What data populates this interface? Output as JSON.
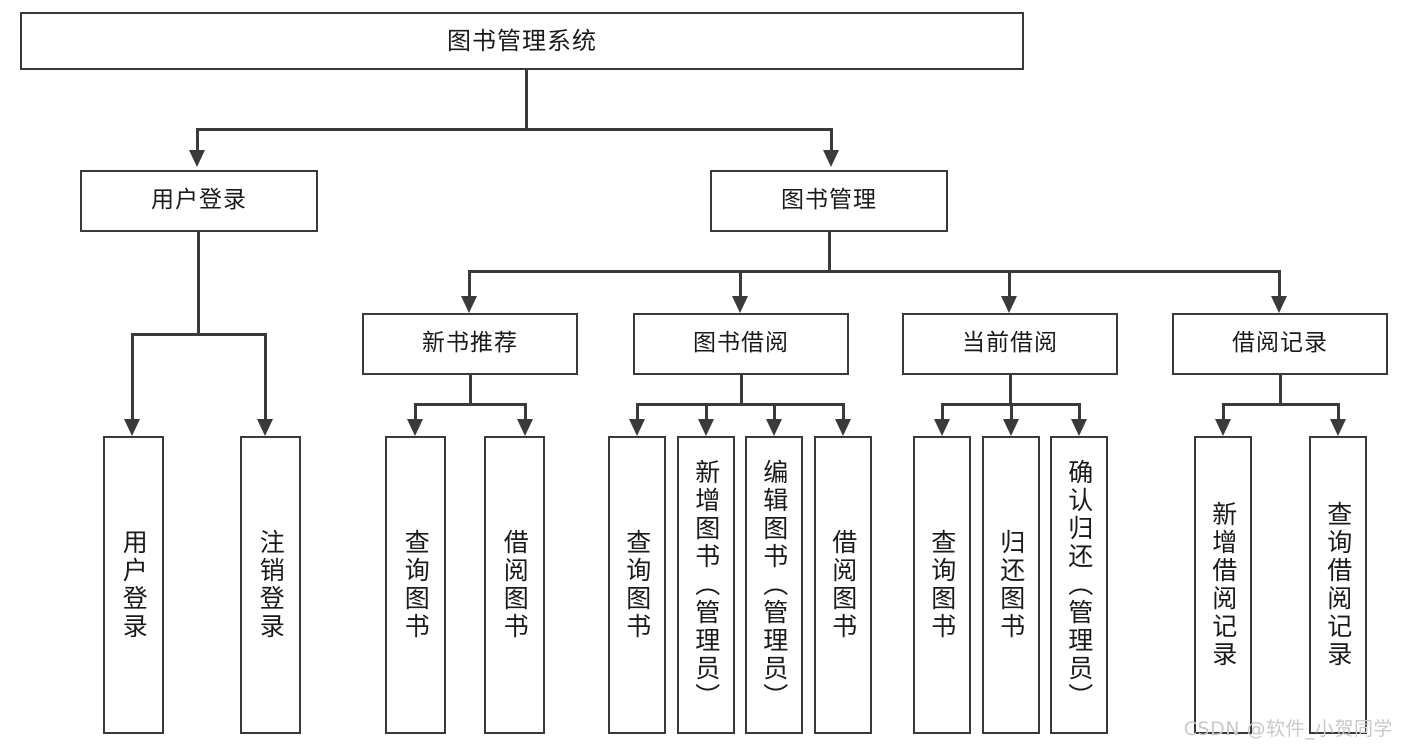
{
  "diagram": {
    "title": "图书管理系统",
    "type": "functional-structure-tree",
    "root": {
      "label": "图书管理系统"
    },
    "level1": [
      {
        "label": "用户登录"
      },
      {
        "label": "图书管理"
      }
    ],
    "level2": [
      {
        "label": "新书推荐"
      },
      {
        "label": "图书借阅"
      },
      {
        "label": "当前借阅"
      },
      {
        "label": "借阅记录"
      }
    ],
    "leaves": {
      "user_login": [
        {
          "label": "用户登录"
        },
        {
          "label": "注销登录"
        }
      ],
      "new_book_recommend": [
        {
          "label": "查询图书"
        },
        {
          "label": "借阅图书"
        }
      ],
      "book_borrow": [
        {
          "label": "查询图书"
        },
        {
          "label": "新增图书（管理员）"
        },
        {
          "label": "编辑图书（管理员）"
        },
        {
          "label": "借阅图书"
        }
      ],
      "current_borrow": [
        {
          "label": "查询图书"
        },
        {
          "label": "归还图书"
        },
        {
          "label": "确认归还（管理员）"
        }
      ],
      "borrow_record": [
        {
          "label": "新增借阅记录"
        },
        {
          "label": "查询借阅记录"
        }
      ]
    }
  },
  "watermark": {
    "text": "CSDN @软件_小贺同学"
  },
  "colors": {
    "stroke": "#3a3a3a",
    "background": "#ffffff",
    "text": "#1a1a1a",
    "watermark": "#c9c9c9"
  }
}
